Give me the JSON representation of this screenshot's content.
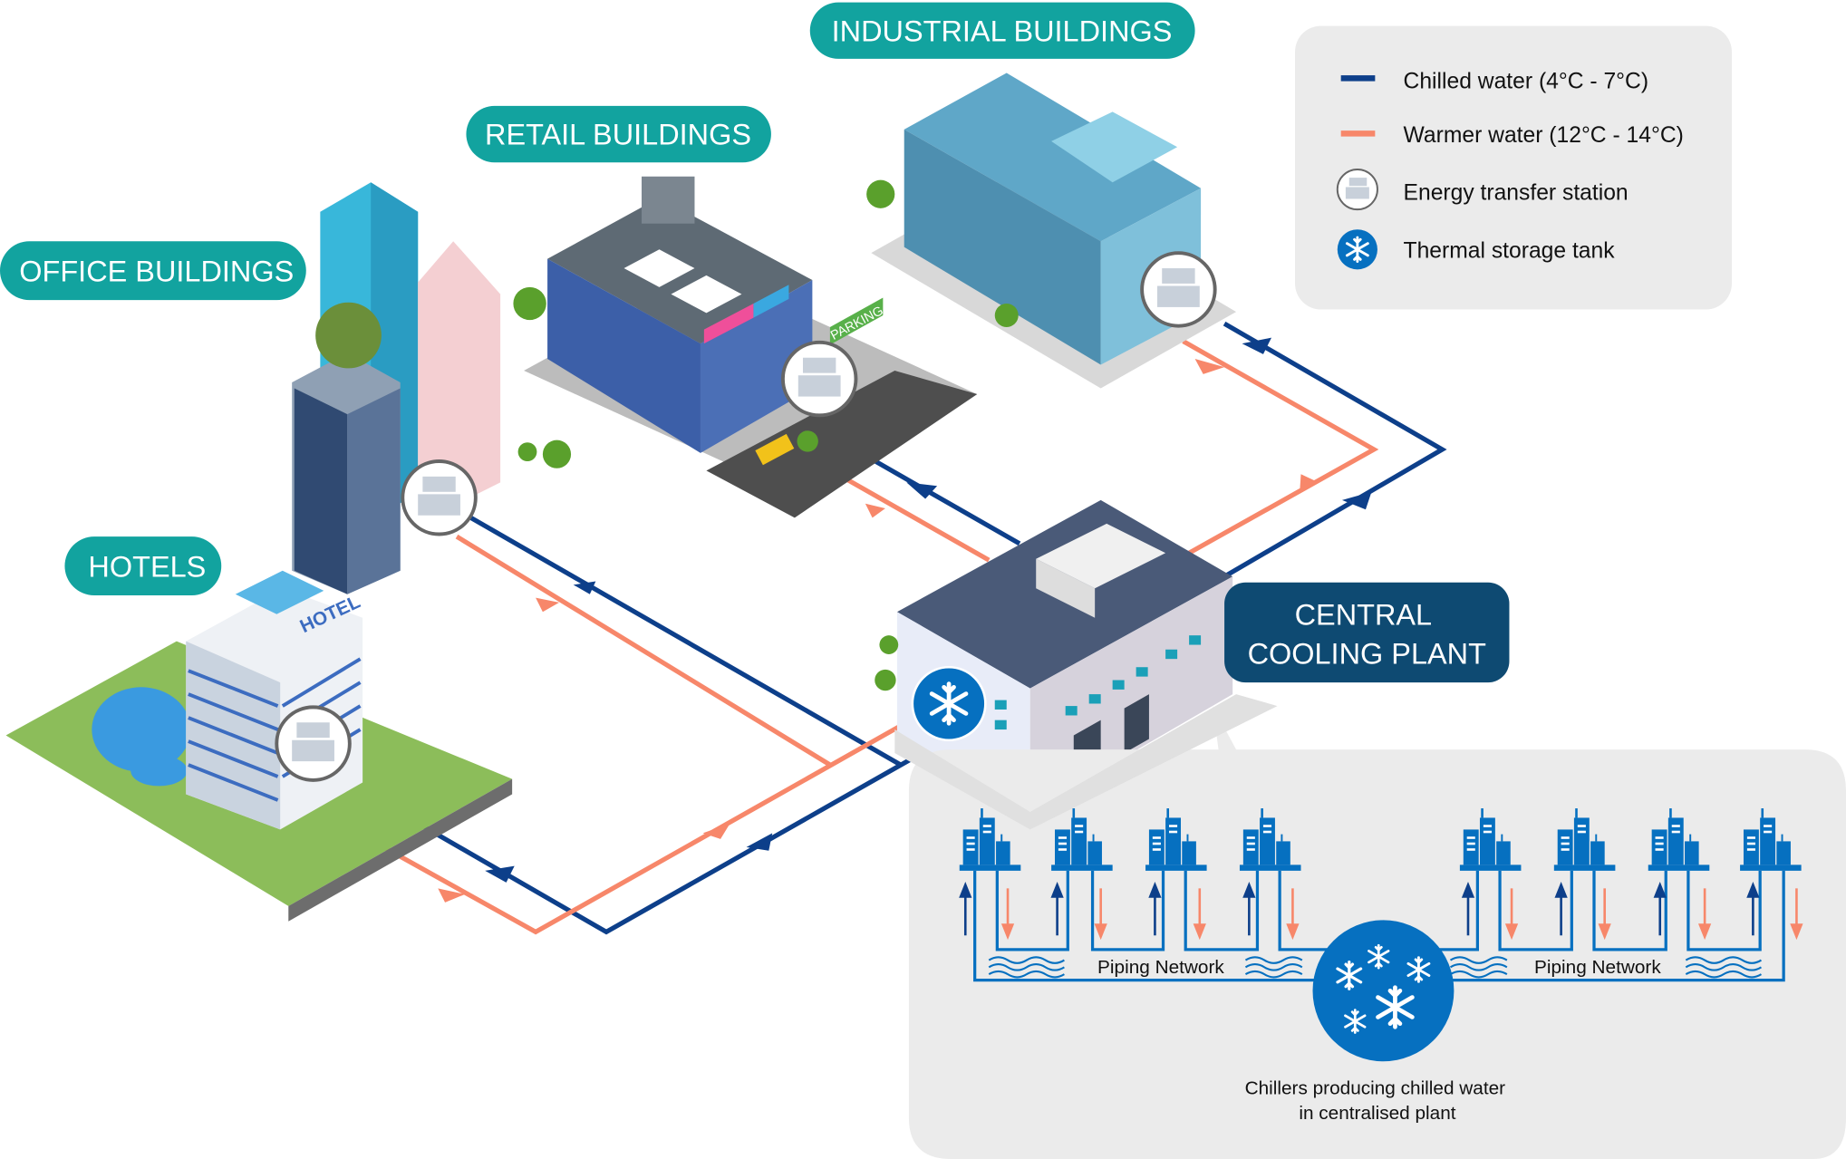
{
  "labels": {
    "industrial": "INDUSTRIAL BUILDINGS",
    "retail": "RETAIL BUILDINGS",
    "office": "OFFICE BUILDINGS",
    "hotels": "HOTELS",
    "plant_line1": "CENTRAL",
    "plant_line2": "COOLING PLANT",
    "hotel_sign": "HOTEL",
    "parking_sign": "PARKING"
  },
  "legend": {
    "items": [
      {
        "label": "Chilled water (4°C - 7°C)",
        "icon": "blue-line"
      },
      {
        "label": "Warmer water (12°C - 14°C)",
        "icon": "orange-line"
      },
      {
        "label": "Energy transfer station",
        "icon": "energy-station-icon"
      },
      {
        "label": "Thermal storage tank",
        "icon": "snowflake-icon"
      }
    ]
  },
  "detail": {
    "piping_left": "Piping Network",
    "piping_right": "Piping Network",
    "caption_line1": "Chillers producing chilled water",
    "caption_line2": "in centralised plant"
  },
  "colors": {
    "teal": "#12a39f",
    "navy": "#0e4a72",
    "chilled": "#0d3f8a",
    "warmer": "#f7876a",
    "accent_blue": "#0670c0",
    "panel_gray": "#ebebeb"
  }
}
